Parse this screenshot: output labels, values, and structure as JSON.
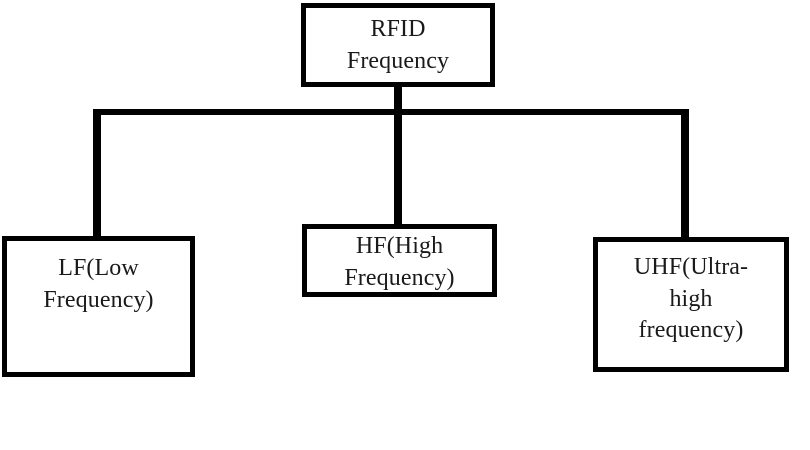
{
  "diagram": {
    "title_text": "RFID Frequency",
    "type": "hierarchy-tree",
    "stroke_color": "#000000",
    "text_color": "#1a1a1a",
    "background_color": "#ffffff",
    "root": {
      "id": "rfid-frequency",
      "label": "RFID\nFrequency"
    },
    "children": [
      {
        "id": "lf",
        "label": "LF(Low\nFrequency)"
      },
      {
        "id": "hf",
        "label": "HF(High\nFrequency)"
      },
      {
        "id": "uhf",
        "label": "UHF(Ultra-\nhigh\nfrequency)"
      }
    ]
  }
}
